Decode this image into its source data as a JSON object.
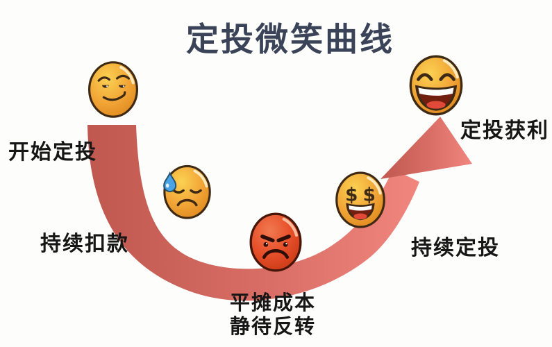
{
  "title": "定投微笑曲线",
  "stages": {
    "start": {
      "label": "开始定投",
      "emoji": "smirk-face"
    },
    "deduct": {
      "label": "持续扣款",
      "emoji": "worried-sweat-face"
    },
    "bottom": {
      "label_line1": "平摊成本",
      "label_line2": "静待反转",
      "emoji": "angry-face"
    },
    "continue": {
      "label": "持续定投",
      "emoji": "money-eyes-face"
    },
    "profit": {
      "label": "定投获利",
      "emoji": "laughing-face"
    }
  },
  "emoji_symbols": {
    "money_eye": "$"
  },
  "colors": {
    "background": "#fdfdfb",
    "title_text": "#3a4357",
    "label_text": "#161616",
    "curve_start": "#bf584f",
    "curve_mid": "#d96e66",
    "curve_end": "#f0867e",
    "face_gold_light": "#fbd152",
    "face_gold": "#f2a637",
    "face_gold_dark": "#dd861d",
    "face_red_light": "#f07a50",
    "face_red": "#e8512b",
    "face_red_dark": "#c63814",
    "outline": "#3e2a14",
    "teardrop": "#4aa3e4",
    "mouth_interior": "#731f10",
    "teeth": "#ffffff",
    "tongue": "#e14a38"
  }
}
